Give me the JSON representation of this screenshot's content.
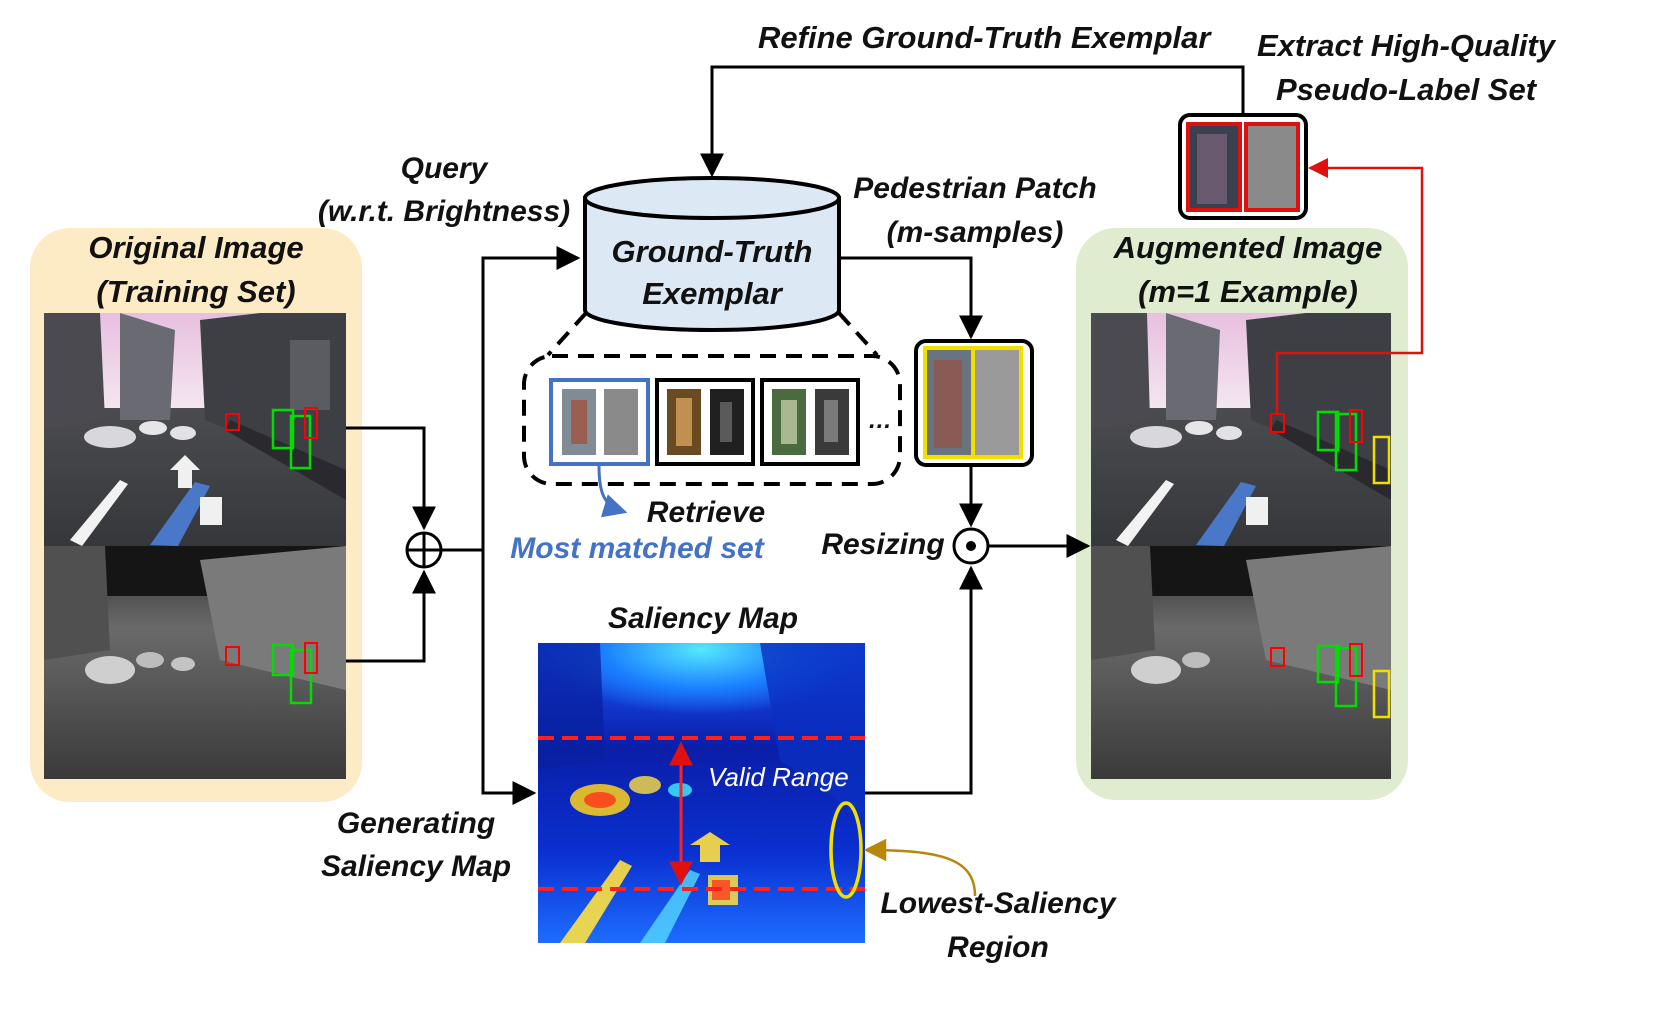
{
  "labels": {
    "refine": "Refine Ground-Truth Exemplar",
    "extract_line1": "Extract High-Quality",
    "extract_line2": "Pseudo-Label Set",
    "query_line1": "Query",
    "query_line2": "(w.r.t. Brightness)",
    "db_line1": "Ground-Truth",
    "db_line2": "Exemplar",
    "patch_line1": "Pedestrian Patch",
    "patch_line2": "(m-samples)",
    "original_line1": "Original Image",
    "original_line2": "(Training Set)",
    "augmented_line1": "Augmented Image",
    "augmented_line2": "(m=1 Example)",
    "ellipsis": "…",
    "retrieve": "Retrieve",
    "most_matched": "Most matched set",
    "resizing": "Resizing",
    "saliency_map": "Saliency Map",
    "valid_range": "Valid Range",
    "generating_line1": "Generating",
    "generating_line2": "Saliency Map",
    "lowest_line1": "Lowest-Saliency",
    "lowest_line2": "Region"
  },
  "colors": {
    "original_panel": "#fdebc6",
    "augmented_panel": "#dfeccf",
    "database_fill": "#dce8f4",
    "most_matched_text": "#4472c4",
    "gt_box": "#00dd00",
    "ignore_box": "#ff0000",
    "pasted_box": "#f0e000",
    "lowest_saliency_arrow": "#b8860b"
  },
  "icons": {
    "sum": "circled-plus-icon",
    "product": "circled-dot-icon"
  }
}
